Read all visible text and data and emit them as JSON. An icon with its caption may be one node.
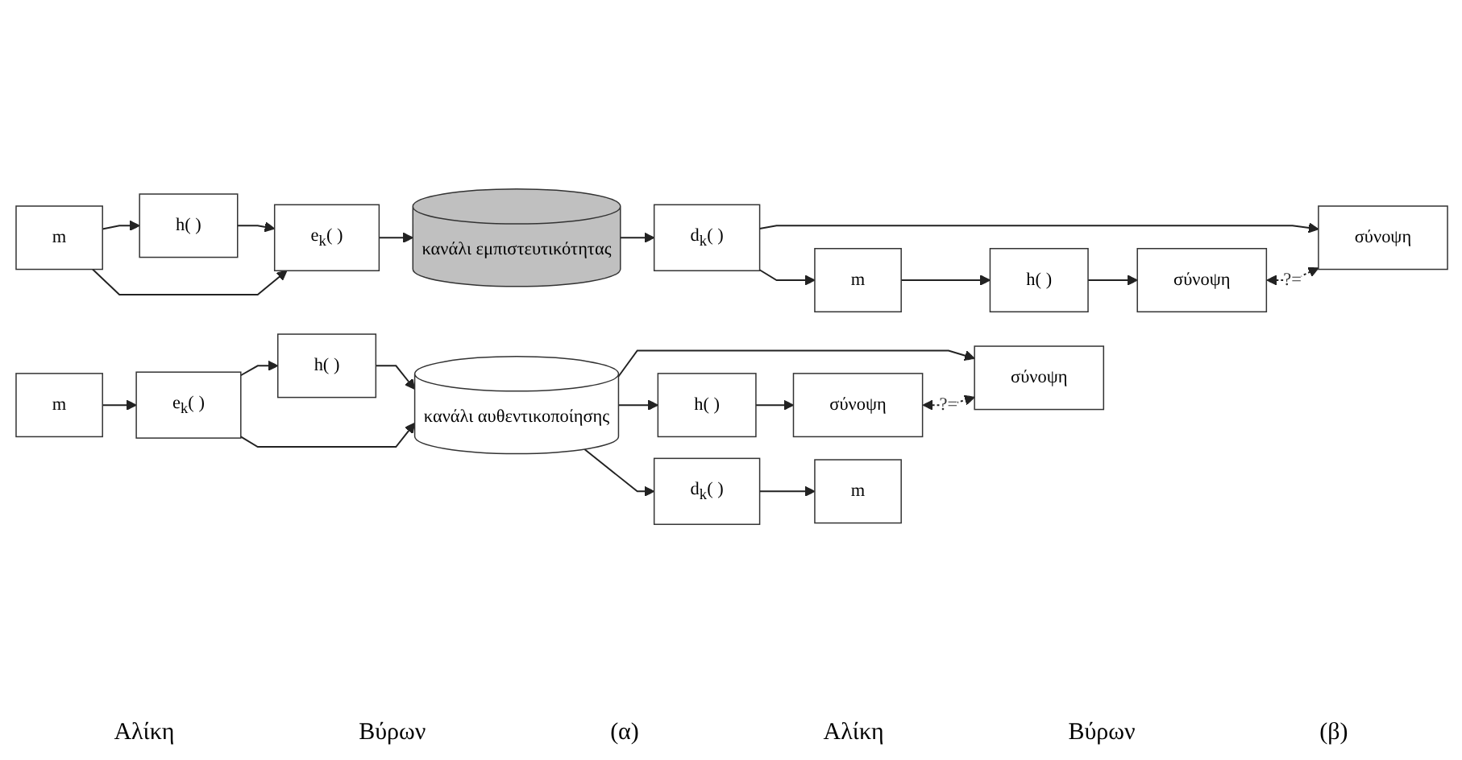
{
  "diagram": {
    "nodes": [
      {
        "text": [
          "m"
        ]
      },
      {
        "text": [
          "h( )"
        ]
      },
      {
        "text": [
          "e$_{k}$( )"
        ]
      },
      {
        "text": [
          "κανάλι εμπιστευτικότητας"
        ]
      },
      {
        "text": [
          "d$_{k}$( )"
        ]
      },
      {
        "text": [
          "σύνοψη"
        ]
      },
      {
        "text": [
          "σύνοψη"
        ]
      },
      {
        "text": [
          "m"
        ]
      },
      {
        "text": [
          "h( )"
        ]
      },
      {
        "text": [
          "m"
        ]
      },
      {
        "text": [
          "e$_{k}$( )"
        ]
      },
      {
        "text": [
          "h( )"
        ]
      },
      {
        "text": [
          "κανάλι αυθεντικοποίησης"
        ]
      },
      {
        "text": [
          "σύνοψη"
        ]
      },
      {
        "text": [
          "σύνοψη"
        ]
      },
      {
        "text": [
          "d$_{k}$( )"
        ]
      },
      {
        "text": [
          "m"
        ]
      },
      {
        "text": [
          "h( )"
        ]
      }
    ],
    "edges": [
      {
        "from": 0,
        "to": 1,
        "arrow": "to"
      },
      {
        "from": 1,
        "to": 2,
        "arrow": "to"
      },
      {
        "from": 0,
        "to": 2,
        "arrow": "to"
      },
      {
        "from": 2,
        "to": 3,
        "arrow": "to"
      },
      {
        "from": 3,
        "to": 4,
        "arrow": "to"
      },
      {
        "from": 4,
        "to": 5,
        "arrow": "to"
      },
      {
        "from": 4,
        "to": 7,
        "arrow": "to"
      },
      {
        "from": 7,
        "to": 8,
        "arrow": "to"
      },
      {
        "from": 8,
        "to": 6,
        "arrow": "to"
      },
      {
        "from": 6,
        "to": 5,
        "arrow": "both",
        "label": "?=",
        "style": "dashed"
      },
      {
        "from": 9,
        "to": 10,
        "arrow": "to"
      },
      {
        "from": 10,
        "to": 11,
        "arrow": "to"
      },
      {
        "from": 11,
        "to": 12,
        "arrow": "to"
      },
      {
        "from": 10,
        "to": 12,
        "arrow": "to"
      },
      {
        "from": 12,
        "to": 13,
        "arrow": "to"
      },
      {
        "from": 12,
        "to": 17,
        "arrow": "to"
      },
      {
        "from": 12,
        "to": 15,
        "arrow": "to"
      },
      {
        "from": 15,
        "to": 16,
        "arrow": "to"
      },
      {
        "from": 17,
        "to": 14,
        "arrow": "to"
      },
      {
        "from": 14,
        "to": 13,
        "arrow": "both",
        "label": "?=",
        "style": "dashed"
      }
    ],
    "labels": [
      "Αλίκη",
      "Βύρων",
      "(α)",
      "Αλίκη",
      "Βύρων",
      "(β)"
    ]
  }
}
